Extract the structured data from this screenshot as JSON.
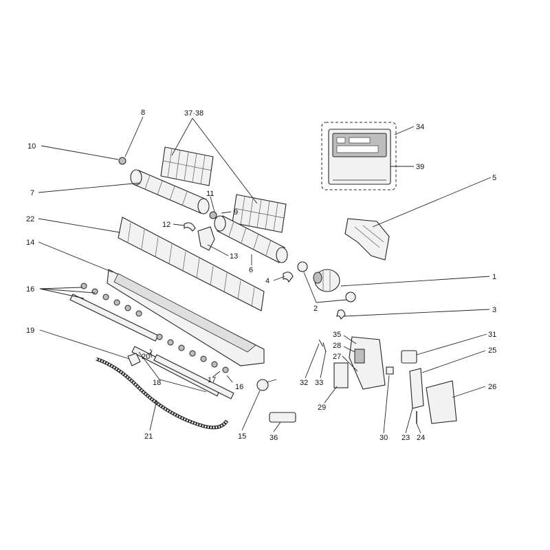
{
  "labels": [
    {
      "key": "p8",
      "text": "8"
    },
    {
      "key": "p10",
      "text": "10"
    },
    {
      "key": "p37_38",
      "text": "37·38"
    },
    {
      "key": "p34",
      "text": "34"
    },
    {
      "key": "p39",
      "text": "39"
    },
    {
      "key": "p7",
      "text": "7"
    },
    {
      "key": "p11",
      "text": "11"
    },
    {
      "key": "p9",
      "text": "9"
    },
    {
      "key": "p5",
      "text": "5"
    },
    {
      "key": "p22",
      "text": "22"
    },
    {
      "key": "p12",
      "text": "12"
    },
    {
      "key": "p13",
      "text": "13"
    },
    {
      "key": "p6",
      "text": "6"
    },
    {
      "key": "p14",
      "text": "14"
    },
    {
      "key": "p4",
      "text": "4"
    },
    {
      "key": "p1",
      "text": "1"
    },
    {
      "key": "p2",
      "text": "2"
    },
    {
      "key": "p16a",
      "text": "16"
    },
    {
      "key": "p3",
      "text": "3"
    },
    {
      "key": "p35",
      "text": "35"
    },
    {
      "key": "p28",
      "text": "28"
    },
    {
      "key": "p27",
      "text": "27"
    },
    {
      "key": "p31",
      "text": "31"
    },
    {
      "key": "p25",
      "text": "25"
    },
    {
      "key": "p19",
      "text": "19"
    },
    {
      "key": "p20",
      "text": "20"
    },
    {
      "key": "p26",
      "text": "26"
    },
    {
      "key": "p18",
      "text": "18"
    },
    {
      "key": "p17",
      "text": "17"
    },
    {
      "key": "p16b",
      "text": "16"
    },
    {
      "key": "p32",
      "text": "32"
    },
    {
      "key": "p33",
      "text": "33"
    },
    {
      "key": "p29",
      "text": "29"
    },
    {
      "key": "p21",
      "text": "21"
    },
    {
      "key": "p15",
      "text": "15"
    },
    {
      "key": "p36",
      "text": "36"
    },
    {
      "key": "p30",
      "text": "30"
    },
    {
      "key": "p23",
      "text": "23"
    },
    {
      "key": "p24",
      "text": "24"
    }
  ]
}
